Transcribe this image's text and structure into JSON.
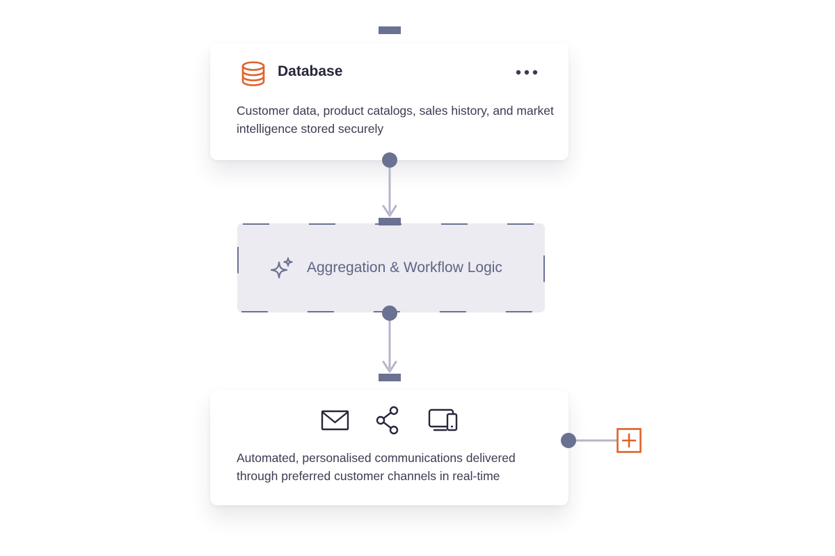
{
  "database_card": {
    "title": "Database",
    "icon": "database-icon",
    "menu_icon": "more-horizontal-icon",
    "description": "Customer data, product catalogs, sales history, and market intelligence stored securely"
  },
  "logic_node": {
    "icon": "sparkle-icon",
    "label": "Aggregation & Workflow Logic"
  },
  "output_card": {
    "channel_icons": [
      "mail-icon",
      "share-icon",
      "devices-icon"
    ],
    "description": "Automated, personalised communications delivered through preferred customer channels in real-time"
  },
  "add_node": {
    "icon": "plus-square-icon"
  },
  "colors": {
    "accent_orange": "#e0622a",
    "port_gray": "#6b7191",
    "connector_line": "#b4b6ca",
    "logic_fill": "#ebebf1",
    "text_dark": "#25263a",
    "text_body": "#3a3c52",
    "logic_text": "#5f6484"
  }
}
